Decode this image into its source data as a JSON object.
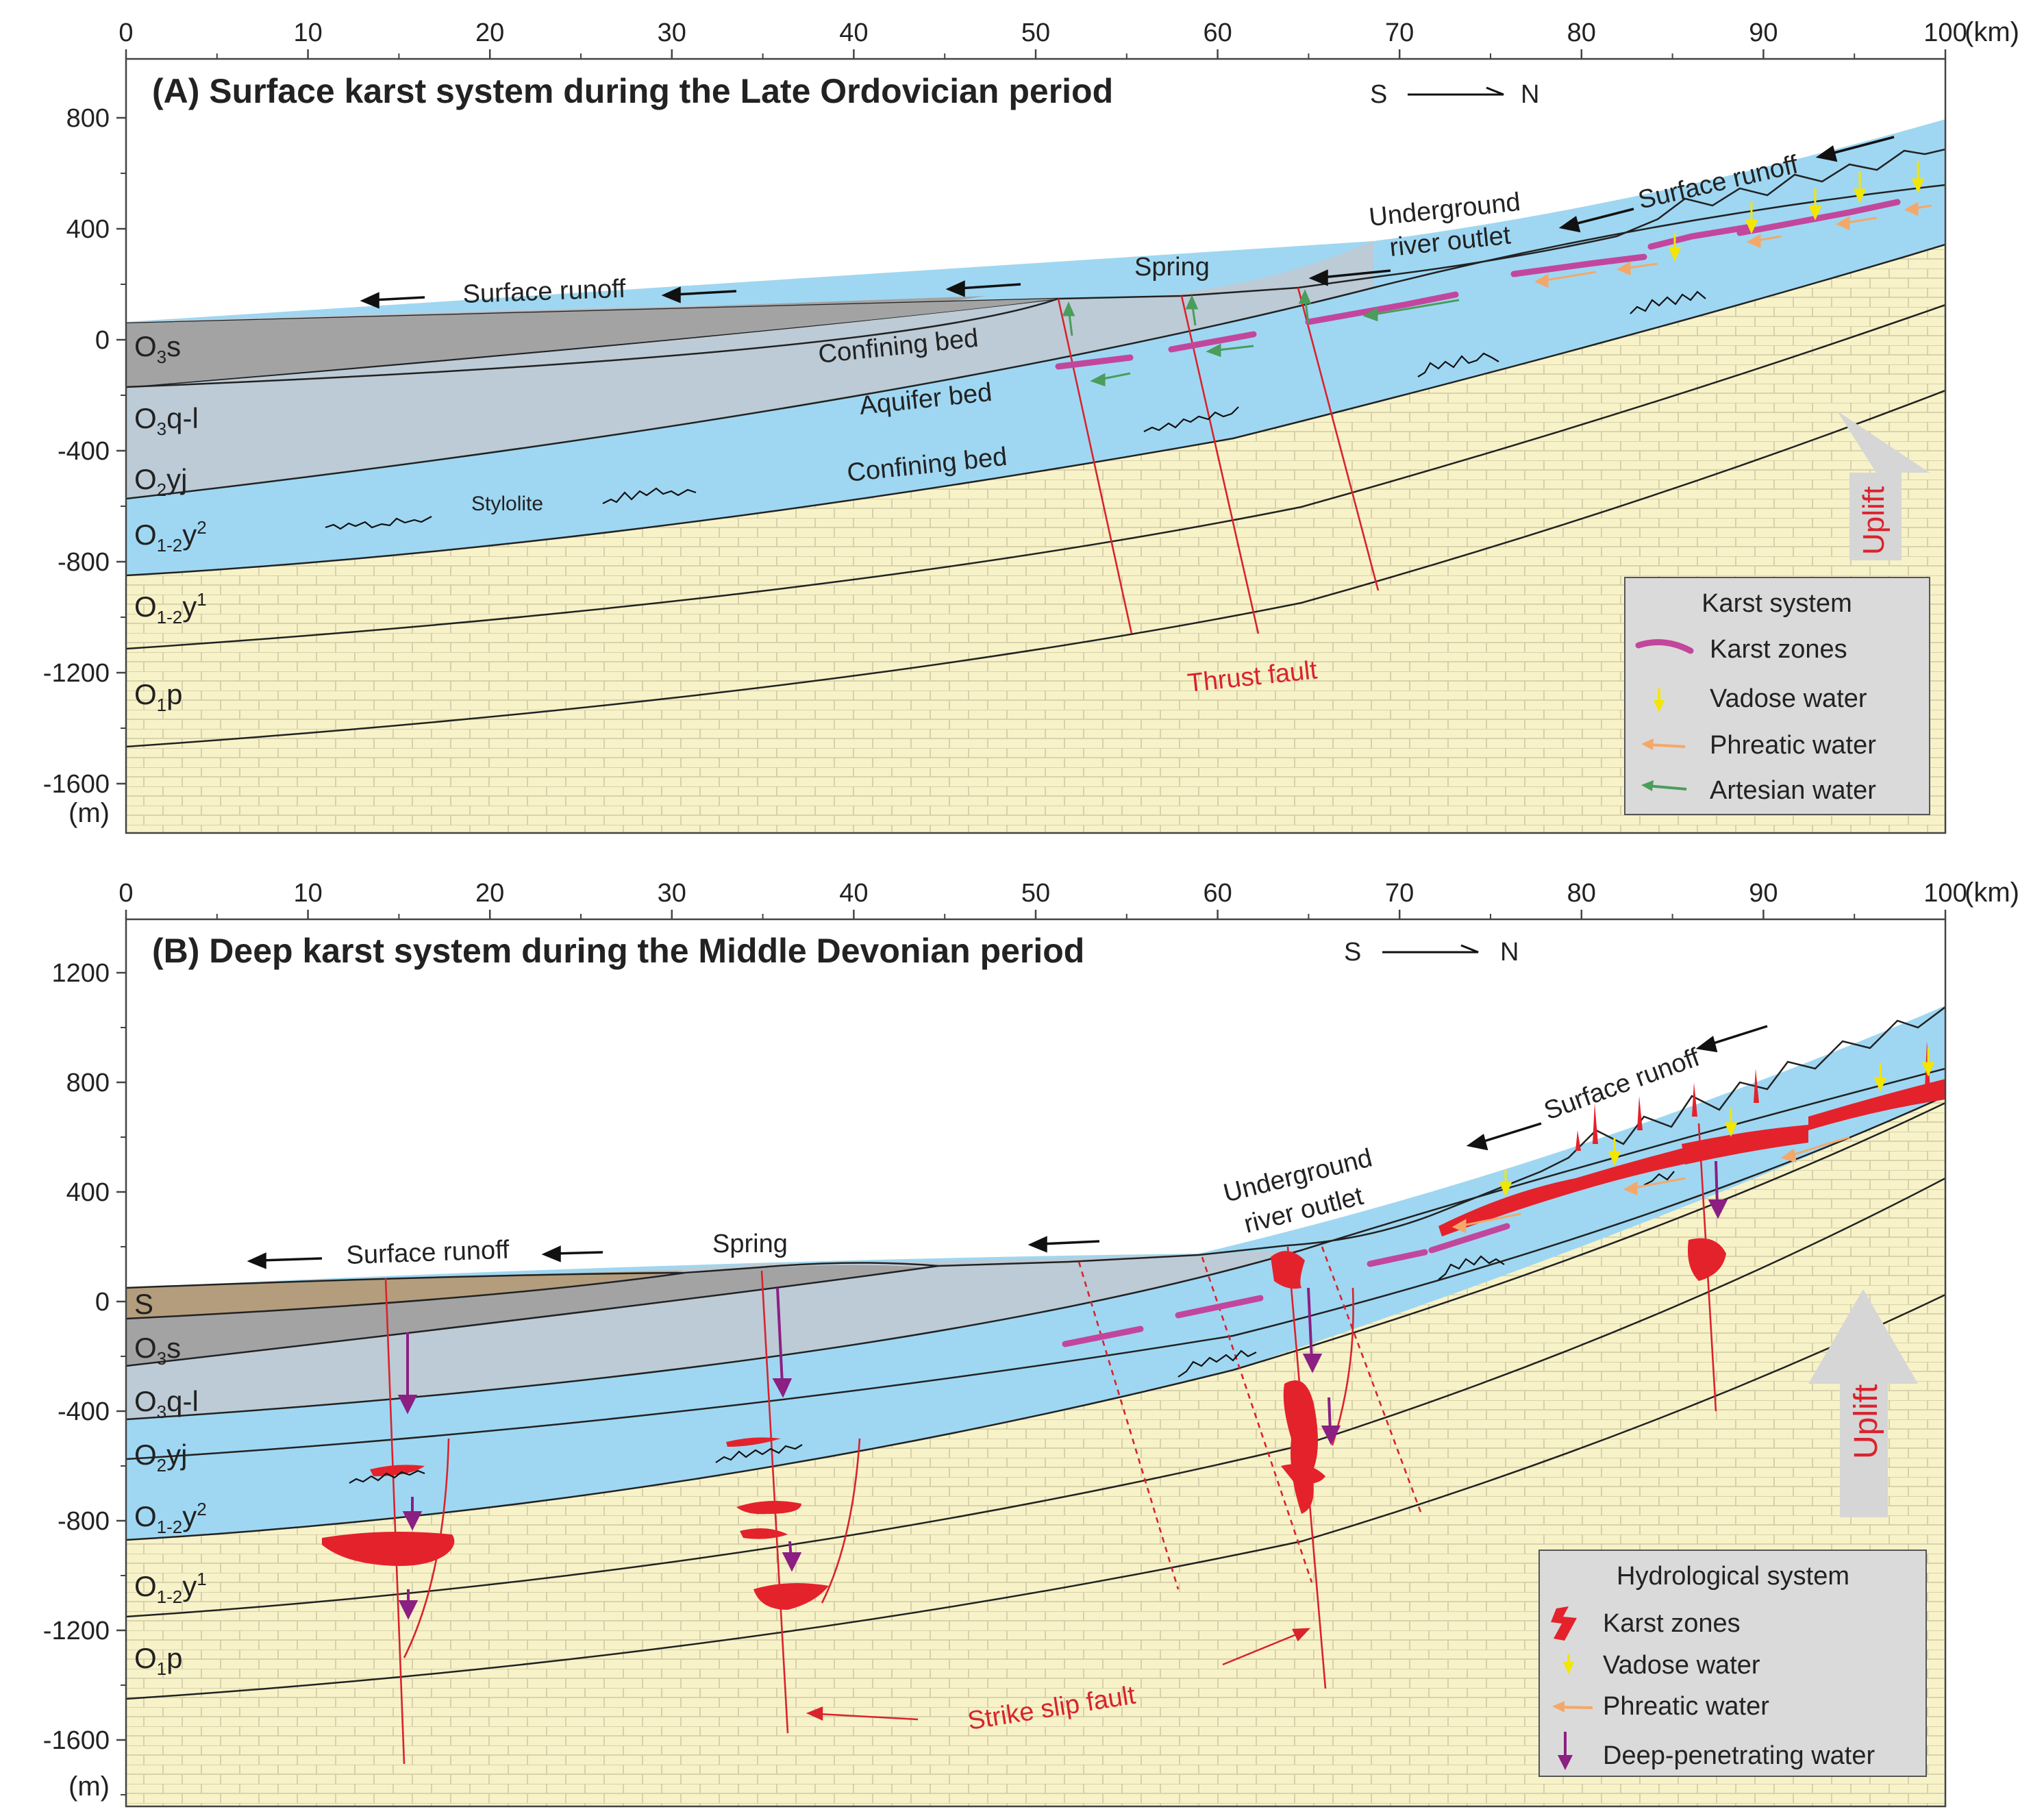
{
  "panels": [
    {
      "id": "A",
      "title": "(A) Surface karst system during the Late Ordovician period",
      "direction": {
        "from": "S",
        "to": "N"
      },
      "x_axis": {
        "ticks": [
          "0",
          "10",
          "20",
          "30",
          "40",
          "50",
          "60",
          "70",
          "80",
          "90",
          "100"
        ],
        "unit": "(km)"
      },
      "y_axis": {
        "ticks": [
          "800",
          "400",
          "0",
          "-400",
          "-800",
          "-1200",
          "-1600"
        ],
        "unit": "(m)"
      },
      "layers": [
        {
          "base": "O",
          "sub": "3",
          "rest": "s",
          "sup": ""
        },
        {
          "base": "O",
          "sub": "3",
          "rest": "q-l",
          "sup": ""
        },
        {
          "base": "O",
          "sub": "2",
          "rest": "yj",
          "sup": ""
        },
        {
          "base": "O",
          "sub": "1-2",
          "rest": "y",
          "sup": "2"
        },
        {
          "base": "O",
          "sub": "1-2",
          "rest": "y",
          "sup": "1"
        },
        {
          "base": "O",
          "sub": "1",
          "rest": "p",
          "sup": ""
        }
      ],
      "annotations": {
        "surface_runoff_left": "Surface runoff",
        "surface_runoff_right": "Surface runoff",
        "spring": "Spring",
        "underground_1": "Underground",
        "underground_2": "river outlet",
        "confining_top": "Confining bed",
        "aquifer": "Aquifer bed",
        "confining_bottom": "Confining bed",
        "stylolite": "Stylolite",
        "fault": "Thrust fault",
        "uplift": "Uplift"
      },
      "legend": {
        "title": "Karst system",
        "items": [
          "Karst zones",
          "Vadose water",
          "Phreatic water",
          "Artesian water"
        ]
      }
    },
    {
      "id": "B",
      "title": "(B) Deep karst system during the Middle Devonian period",
      "direction": {
        "from": "S",
        "to": "N"
      },
      "x_axis": {
        "ticks": [
          "0",
          "10",
          "20",
          "30",
          "40",
          "50",
          "60",
          "70",
          "80",
          "90",
          "100"
        ],
        "unit": "(km)"
      },
      "y_axis": {
        "ticks": [
          "1200",
          "800",
          "400",
          "0",
          "-400",
          "-800",
          "-1200",
          "-1600"
        ],
        "unit": "(m)"
      },
      "layers": [
        {
          "base": "S",
          "sub": "",
          "rest": "",
          "sup": ""
        },
        {
          "base": "O",
          "sub": "3",
          "rest": "s",
          "sup": ""
        },
        {
          "base": "O",
          "sub": "3",
          "rest": "q-l",
          "sup": ""
        },
        {
          "base": "O",
          "sub": "2",
          "rest": "yj",
          "sup": ""
        },
        {
          "base": "O",
          "sub": "1-2",
          "rest": "y",
          "sup": "2"
        },
        {
          "base": "O",
          "sub": "1-2",
          "rest": "y",
          "sup": "1"
        },
        {
          "base": "O",
          "sub": "1",
          "rest": "p",
          "sup": ""
        }
      ],
      "annotations": {
        "surface_runoff_left": "Surface runoff",
        "surface_runoff_right": "Surface runoff",
        "spring": "Spring",
        "underground_1": "Underground",
        "underground_2": "river outlet",
        "fault": "Strike slip fault",
        "uplift": "Uplift"
      },
      "legend": {
        "title": "Hydrological system",
        "items": [
          "Karst zones",
          "Vadose water",
          "Phreatic water",
          "Deep-penetrating water"
        ]
      }
    }
  ],
  "colors": {
    "silurian": "#b49d7c",
    "o3s": "#a3a3a3",
    "o3ql": "#bccbd6",
    "aquifer": "#9fd7f2",
    "limestone": "#f7f2c8",
    "karst_a": "#c2479c",
    "karst_b": "#e4222b",
    "fault": "#d9232d",
    "vadose": "#f3e600",
    "phreatic": "#f3a86a",
    "artesian": "#4a9d5b",
    "deep_water": "#8b1f82",
    "legend_bg": "#dadada"
  }
}
